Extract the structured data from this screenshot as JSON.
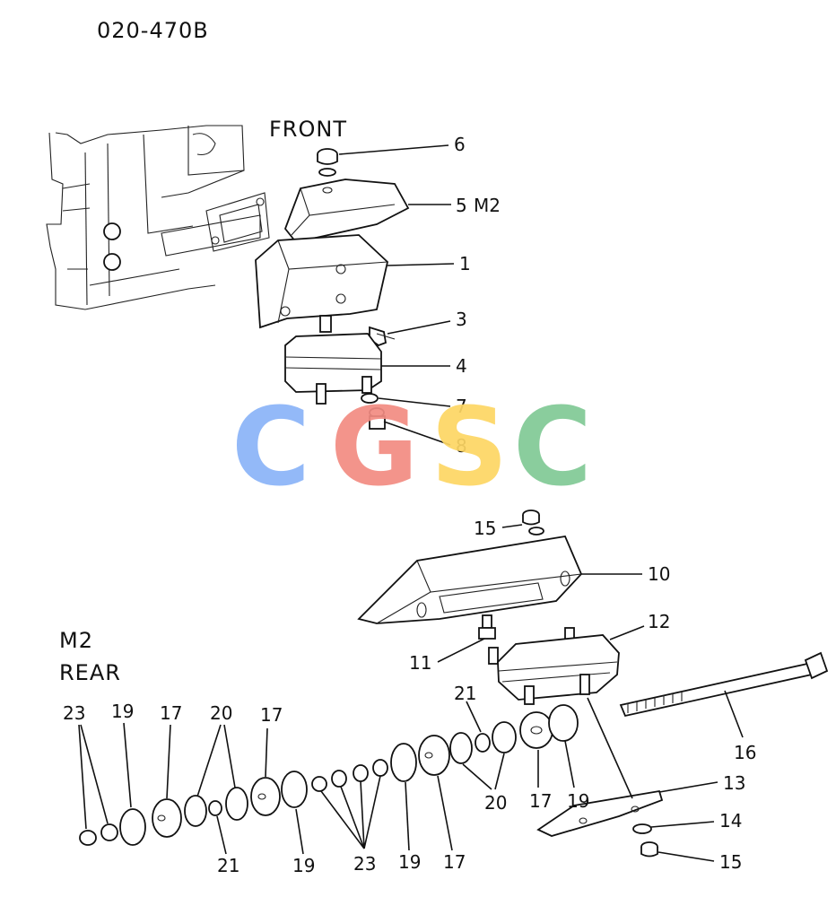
{
  "diagram_code": "020-470B",
  "section_front": "FRONT",
  "section_rear_1": "M2",
  "section_rear_2": "REAR",
  "callouts": {
    "c6": "6",
    "c5": "5",
    "c5_variant": "M2",
    "c1": "1",
    "c3": "3",
    "c4": "4",
    "c7": "7",
    "c8": "8",
    "c15a": "15",
    "c10": "10",
    "c12": "12",
    "c11": "11",
    "c21a": "21",
    "c16": "16",
    "c13": "13",
    "c14": "14",
    "c15b": "15",
    "c23a": "23",
    "c19a": "19",
    "c17a": "17",
    "c20a": "20",
    "c17b": "17",
    "c21b": "21",
    "c19b": "19",
    "c23b": "23",
    "c19c": "19",
    "c17c": "17",
    "c20b": "20",
    "c17d": "17",
    "c19d": "19"
  },
  "watermark": {
    "letters": [
      "C",
      "G",
      "S",
      "C"
    ],
    "colors": [
      "#8ab4f8",
      "#f28b82",
      "#fdd663",
      "#81c995"
    ]
  }
}
